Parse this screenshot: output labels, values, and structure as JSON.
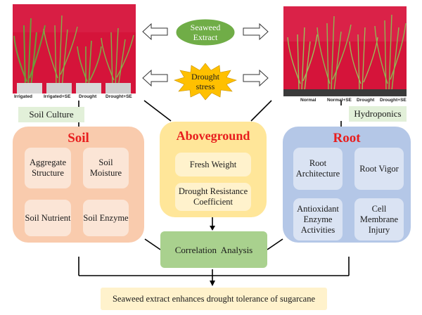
{
  "photos": {
    "left_labels": [
      "Irrigated",
      "Irrigated+SE",
      "Drought",
      "Drought+SE"
    ],
    "right_labels": [
      "Normal",
      "Normal+SE",
      "Drought",
      "Drought+SE"
    ]
  },
  "center": {
    "seaweed": "Seaweed Extract",
    "drought": "Drought stress"
  },
  "tags": {
    "soil_culture": "Soil Culture",
    "hydroponics": "Hydroponics"
  },
  "soil": {
    "title": "Soil",
    "items": [
      "Aggregate Structure",
      "Soil Moisture",
      "Soil Nutrient",
      "Soil Enzyme"
    ]
  },
  "aboveground": {
    "title": "Aboveground",
    "items": [
      "Fresh Weight",
      "Drought Resistance Coefficient"
    ]
  },
  "root": {
    "title": "Root",
    "items": [
      "Root Architecture",
      "Root Vigor",
      "Antioxidant Enzyme Activities",
      "Cell Membrane Injury"
    ]
  },
  "correlation": "Correlation  Analysis",
  "conclusion": "Seaweed extract enhances drought tolerance of sugarcane",
  "colors": {
    "soil_panel": "#f9cbad",
    "soil_box": "#fbe5d6",
    "above_panel": "#ffe699",
    "above_box": "#fff2cc",
    "root_panel": "#b4c7e7",
    "root_box": "#dae3f3",
    "correlation": "#a9d18e",
    "conclusion": "#fff2cc",
    "title_red": "#e81d1d"
  }
}
